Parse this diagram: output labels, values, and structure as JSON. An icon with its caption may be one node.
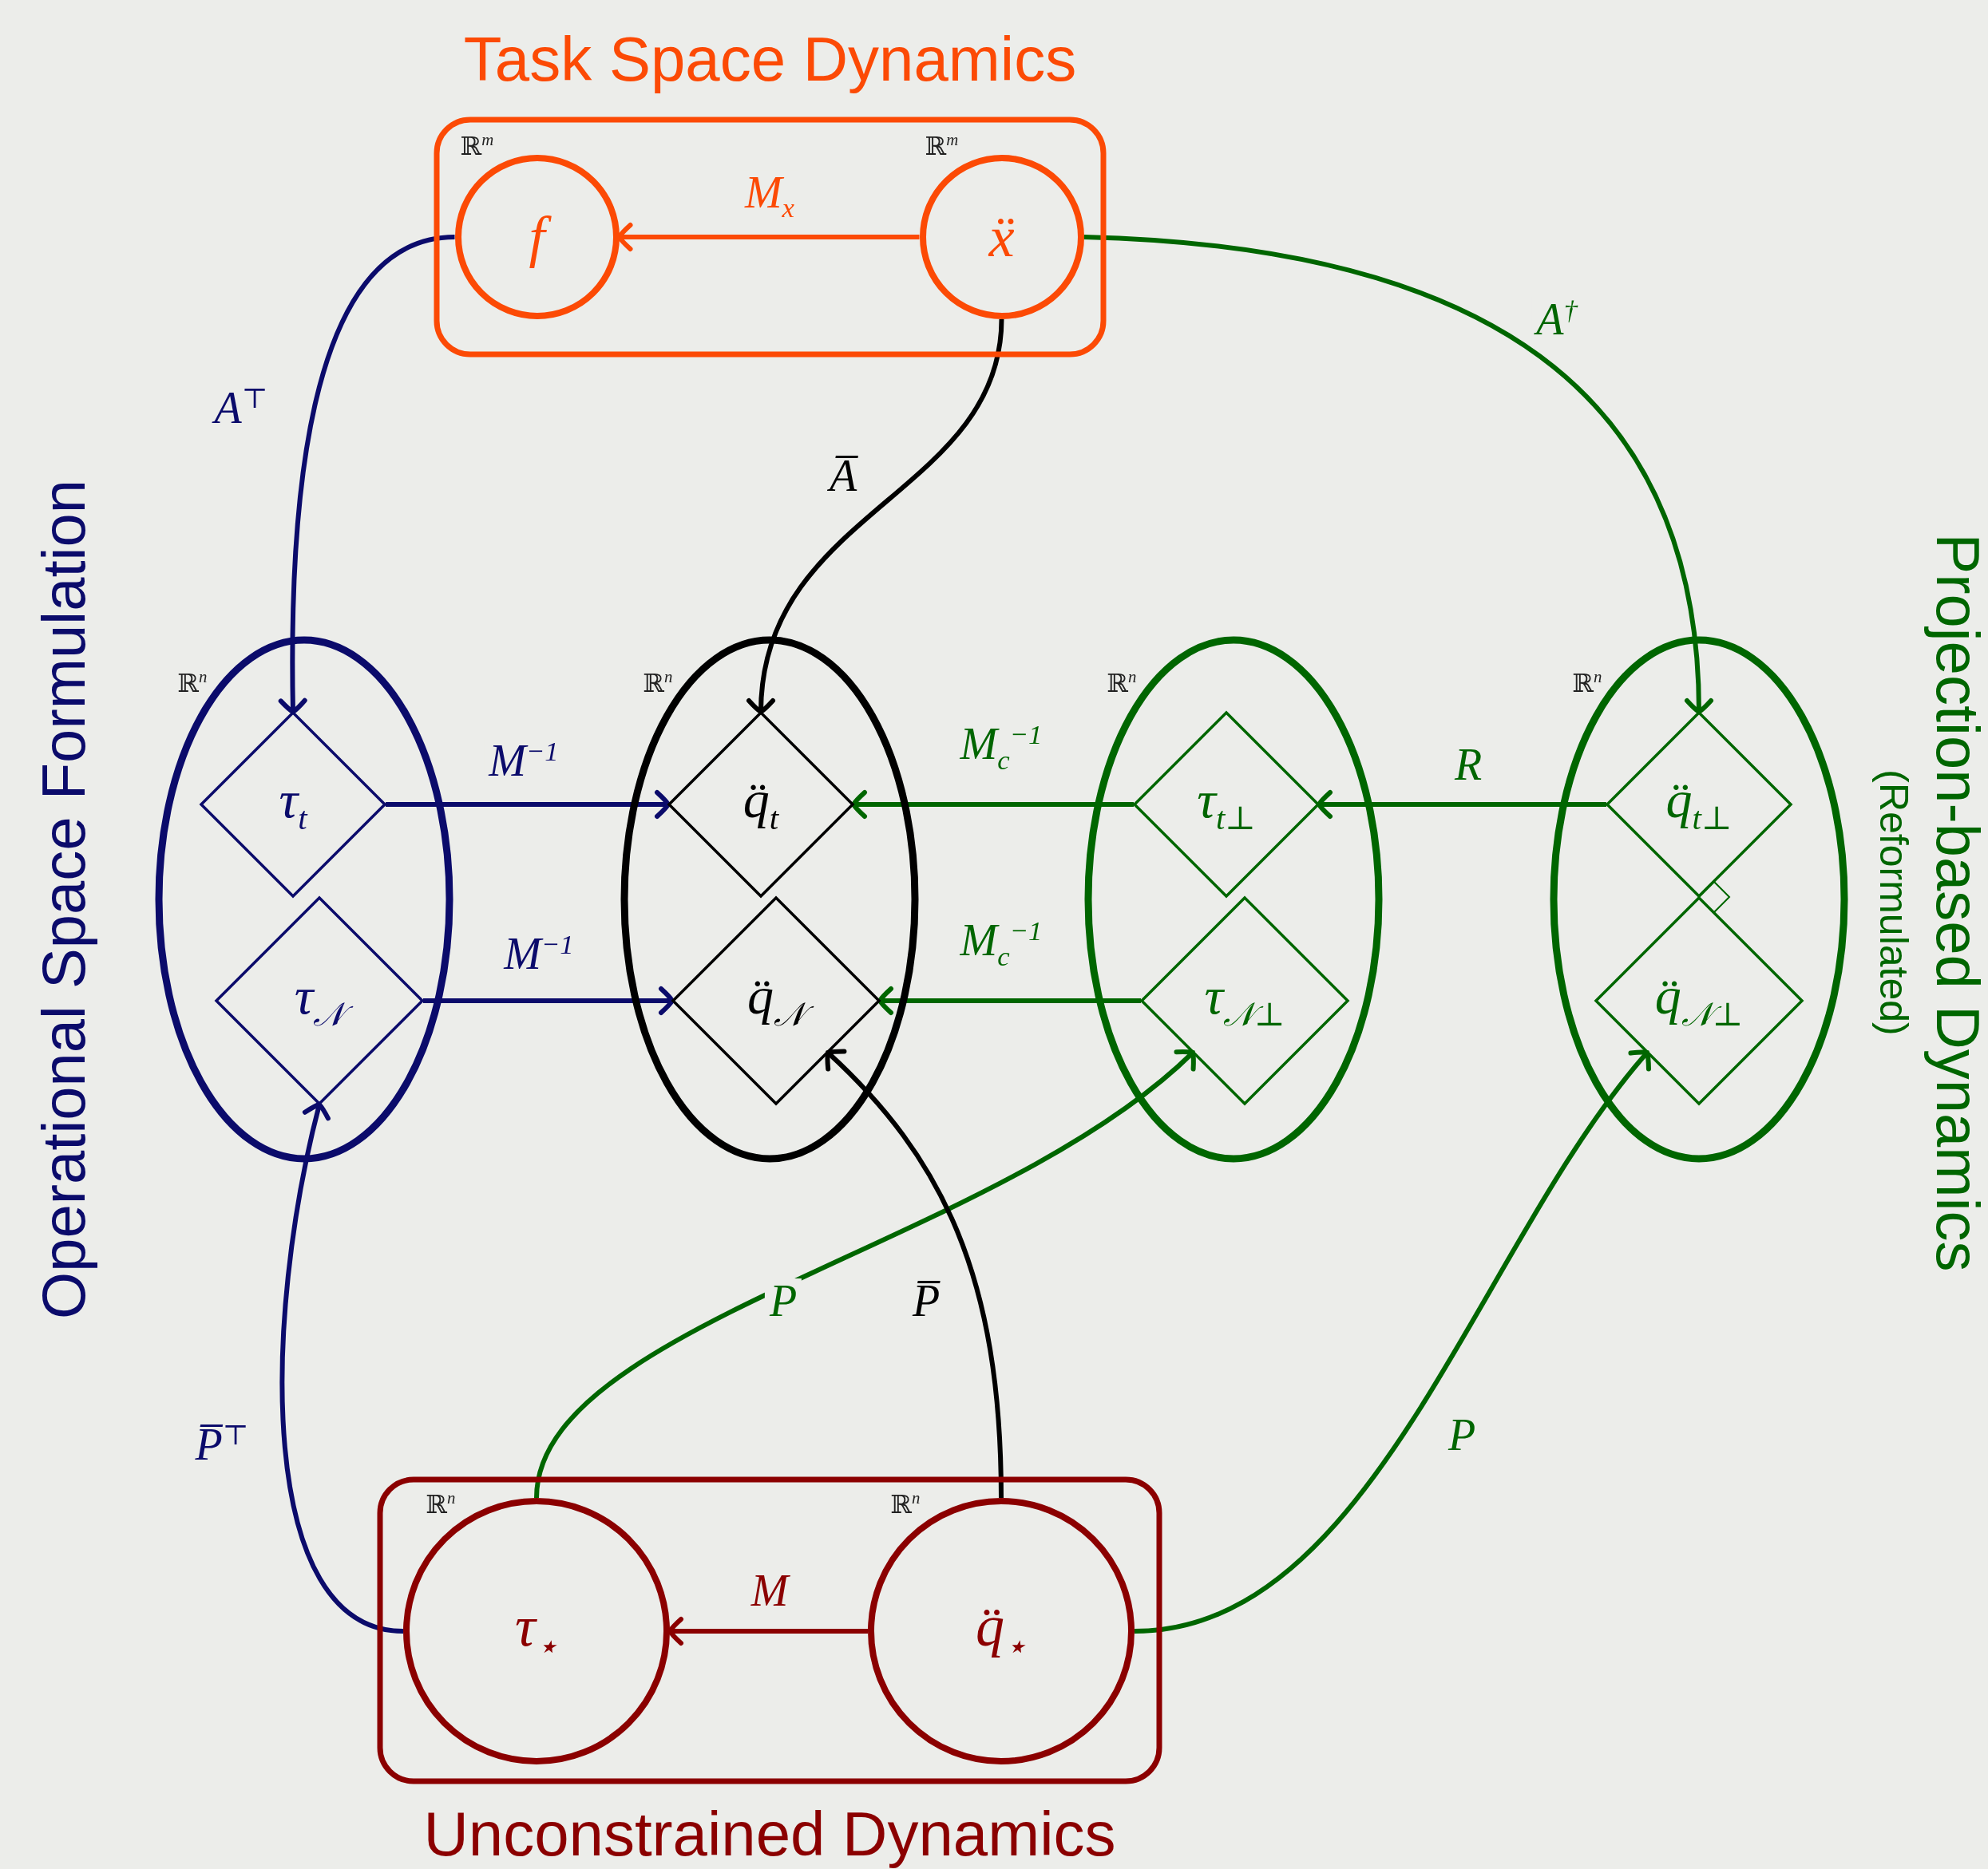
{
  "diagram": {
    "nodes": [
      {
        "text": [
          "Task Space Dynamics"
        ]
      },
      {
        "text": [
          "f"
        ],
        "in": 0,
        "beside": [
          "ℝ$^{m}$"
        ]
      },
      {
        "text": [
          "ẍ"
        ],
        "in": 0,
        "beside": [
          "ℝ$^{m}$"
        ]
      },
      {
        "text": [],
        "shape": "ellipse",
        "beside": [
          "ℝ$^{n}$"
        ]
      },
      {
        "text": [
          "τ$_{t}$"
        ],
        "in": 3
      },
      {
        "text": [
          "τ$_{𝒩}$"
        ],
        "in": 3
      },
      {
        "text": [],
        "shape": "ellipse",
        "beside": [
          "ℝ$^{n}$"
        ]
      },
      {
        "text": [
          "q̈$_{t}$"
        ],
        "in": 6
      },
      {
        "text": [
          "q̈$_{𝒩}$"
        ],
        "in": 6
      },
      {
        "text": [],
        "shape": "ellipse",
        "beside": [
          "ℝ$^{n}$"
        ]
      },
      {
        "text": [
          "τ$_{t⊥}$"
        ],
        "in": 9
      },
      {
        "text": [
          "τ$_{𝒩⊥}$"
        ],
        "in": 9
      },
      {
        "text": [],
        "shape": "ellipse",
        "beside": [
          "ℝ$^{n}$"
        ]
      },
      {
        "text": [
          "q̈$_{t⊥}$"
        ],
        "in": 12
      },
      {
        "text": [
          "q̈$_{𝒩⊥}$"
        ],
        "in": 12
      },
      {
        "text": [
          "Unconstrained Dynamics"
        ]
      },
      {
        "text": [
          "τ$_{⋆}$"
        ],
        "in": 15,
        "beside": [
          "ℝ$^{n}$"
        ]
      },
      {
        "text": [
          "q̈$_{⋆}$"
        ],
        "in": 15,
        "beside": [
          "ℝ$^{n}$"
        ]
      }
    ],
    "edges": [
      {
        "from": 2,
        "to": 1,
        "arrow": "to",
        "label": "M$_{x}$",
        "color": "#fc4a05"
      },
      {
        "from": 1,
        "to": 4,
        "arrow": "to",
        "label": "A$^{⊤}$",
        "color": "#0b0b6b"
      },
      {
        "from": 2,
        "to": 7,
        "arrow": "to",
        "label": "A̅",
        "color": "#000000"
      },
      {
        "from": 2,
        "to": 13,
        "arrow": "to",
        "label": "A$^{†}$"
      },
      {
        "from": 4,
        "to": 7,
        "arrow": "to",
        "label": "M$^{−1}$",
        "color": "#0b0b6b"
      },
      {
        "from": 5,
        "to": 8,
        "arrow": "to",
        "label": "M$^{−1}$",
        "color": "#0b0b6b"
      },
      {
        "from": 10,
        "to": 7,
        "arrow": "to",
        "label": "M$_{c}$$^{−1}$"
      },
      {
        "from": 11,
        "to": 8,
        "arrow": "to",
        "label": "M$_{c}$$^{−1}$"
      },
      {
        "from": 13,
        "to": 10,
        "arrow": "to",
        "label": "R"
      },
      {
        "from": 16,
        "to": 5,
        "arrow": "to",
        "label": "P̅$^{⊤}$",
        "color": "#0b0b6b"
      },
      {
        "from": 16,
        "to": 11,
        "arrow": "to",
        "label": "P"
      },
      {
        "from": 17,
        "to": 8,
        "arrow": "to",
        "label": "P̅",
        "color": "#000000"
      },
      {
        "from": 17,
        "to": 14,
        "arrow": "to",
        "label": "P"
      },
      {
        "from": 17,
        "to": 16,
        "arrow": "to",
        "label": "M",
        "color": "#8b0000"
      }
    ],
    "labels": [
      "Operational Space Formulation",
      "Projection-based Dynamics",
      "(Reformulated)"
    ]
  }
}
